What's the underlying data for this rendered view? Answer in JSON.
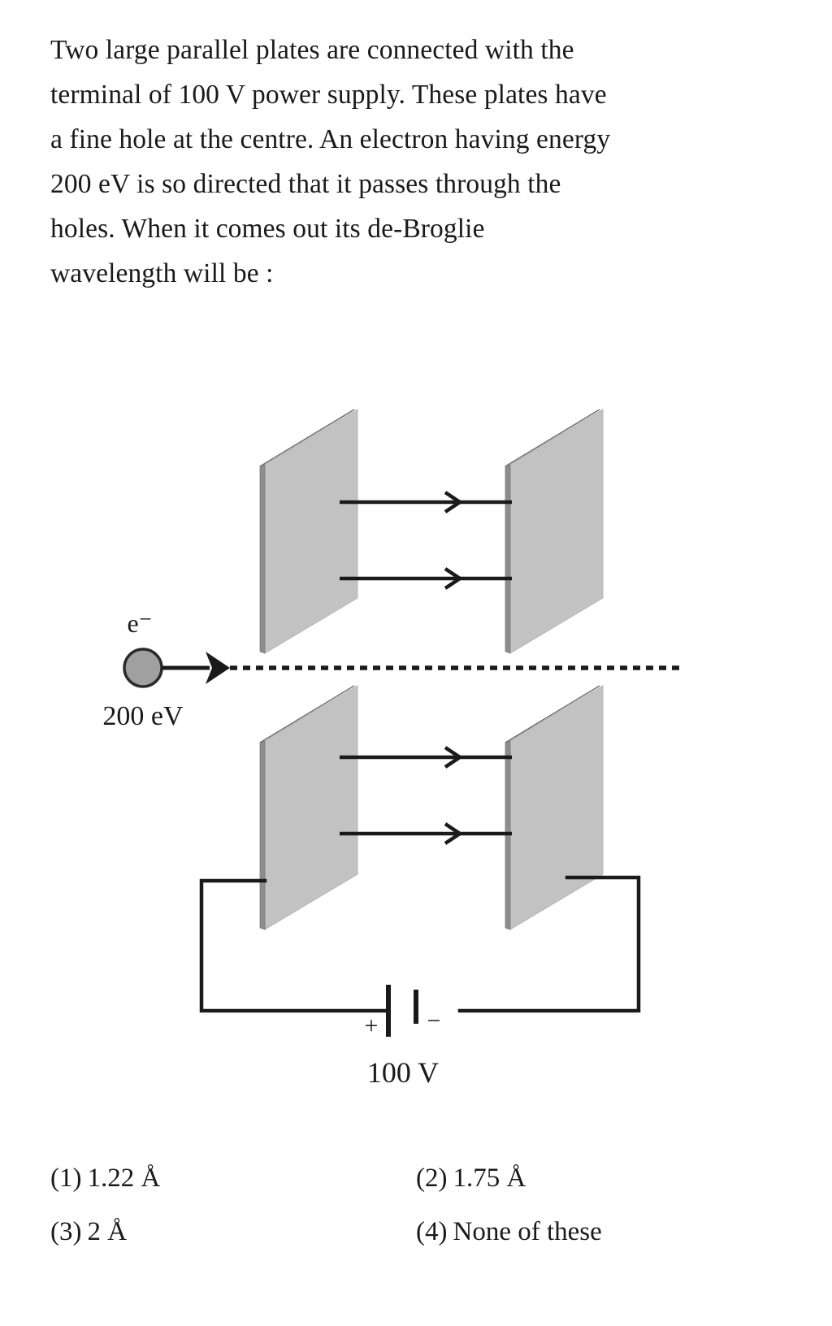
{
  "question": {
    "lines": [
      "Two large parallel plates are connected with the",
      "terminal of 100 V power supply. These plates have",
      "a fine hole at the centre. An electron having energy",
      "200 eV is so directed that it passes through the",
      "holes. When it comes out its de-Broglie",
      "wavelength will be :"
    ],
    "full_text": "Two large parallel plates are connected with the terminal of 100 V power supply. These plates have a fine hole at the centre. An electron having energy 200 eV is so directed that it passes through the holes. When it comes out its de-Broglie wavelength will be :"
  },
  "figure": {
    "electron_label": "e⁻",
    "electron_energy_label": "200 eV",
    "battery_plus_label": "+",
    "battery_minus_label": "−",
    "battery_voltage_label": "100 V",
    "colors": {
      "plate_face": "#c2c2c2",
      "plate_edge": "#8d8d8d",
      "plate_outline": "#6e6e6e",
      "electron_fill": "#a0a0a0",
      "stroke": "#1a1a1a"
    },
    "plate_count": 4,
    "field_line_count_per_pair": 2
  },
  "options": [
    {
      "num": "(1)",
      "value": "1.22 Å"
    },
    {
      "num": "(2)",
      "value": "1.75 Å"
    },
    {
      "num": "(3)",
      "value": "2 Å"
    },
    {
      "num": "(4)",
      "value": "None of these"
    }
  ]
}
